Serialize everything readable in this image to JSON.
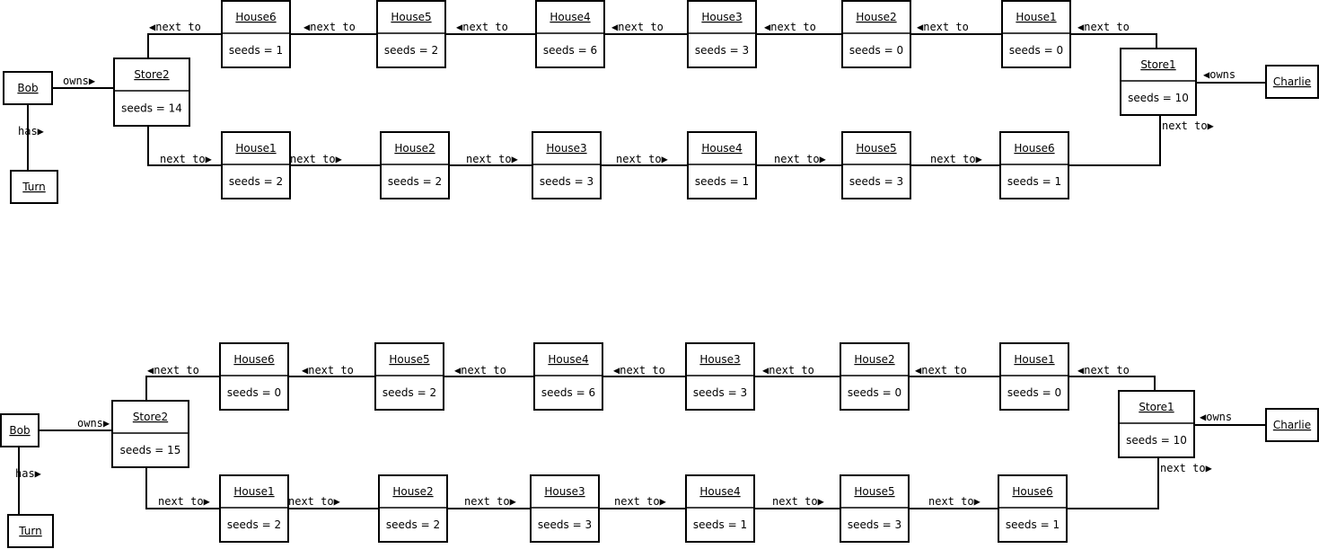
{
  "diagrams": [
    {
      "players": {
        "left": "Bob",
        "right": "Charlie"
      },
      "turn": "Turn",
      "stores": {
        "left": {
          "name": "Store2",
          "attr": "seeds = 14"
        },
        "right": {
          "name": "Store1",
          "attr": "seeds = 10"
        }
      },
      "top_houses": [
        {
          "name": "House6",
          "attr": "seeds = 1"
        },
        {
          "name": "House5",
          "attr": "seeds = 2"
        },
        {
          "name": "House4",
          "attr": "seeds = 6"
        },
        {
          "name": "House3",
          "attr": "seeds = 3"
        },
        {
          "name": "House2",
          "attr": "seeds = 0"
        },
        {
          "name": "House1",
          "attr": "seeds = 0"
        }
      ],
      "bottom_houses": [
        {
          "name": "House1",
          "attr": "seeds = 2"
        },
        {
          "name": "House2",
          "attr": "seeds = 2"
        },
        {
          "name": "House3",
          "attr": "seeds = 3"
        },
        {
          "name": "House4",
          "attr": "seeds = 1"
        },
        {
          "name": "House5",
          "attr": "seeds = 3"
        },
        {
          "name": "House6",
          "attr": "seeds = 1"
        }
      ]
    },
    {
      "players": {
        "left": "Bob",
        "right": "Charlie"
      },
      "turn": "Turn",
      "stores": {
        "left": {
          "name": "Store2",
          "attr": "seeds = 15"
        },
        "right": {
          "name": "Store1",
          "attr": "seeds = 10"
        }
      },
      "top_houses": [
        {
          "name": "House6",
          "attr": "seeds = 0"
        },
        {
          "name": "House5",
          "attr": "seeds = 2"
        },
        {
          "name": "House4",
          "attr": "seeds = 6"
        },
        {
          "name": "House3",
          "attr": "seeds = 3"
        },
        {
          "name": "House2",
          "attr": "seeds = 0"
        },
        {
          "name": "House1",
          "attr": "seeds = 0"
        }
      ],
      "bottom_houses": [
        {
          "name": "House1",
          "attr": "seeds = 2"
        },
        {
          "name": "House2",
          "attr": "seeds = 2"
        },
        {
          "name": "House3",
          "attr": "seeds = 3"
        },
        {
          "name": "House4",
          "attr": "seeds = 1"
        },
        {
          "name": "House5",
          "attr": "seeds = 3"
        },
        {
          "name": "House6",
          "attr": "seeds = 1"
        }
      ]
    }
  ],
  "labels": {
    "owns_right": "owns▶",
    "owns_left": "◀owns",
    "has": "has▶",
    "next_left": "◀next to",
    "next_right": "next to▶"
  }
}
